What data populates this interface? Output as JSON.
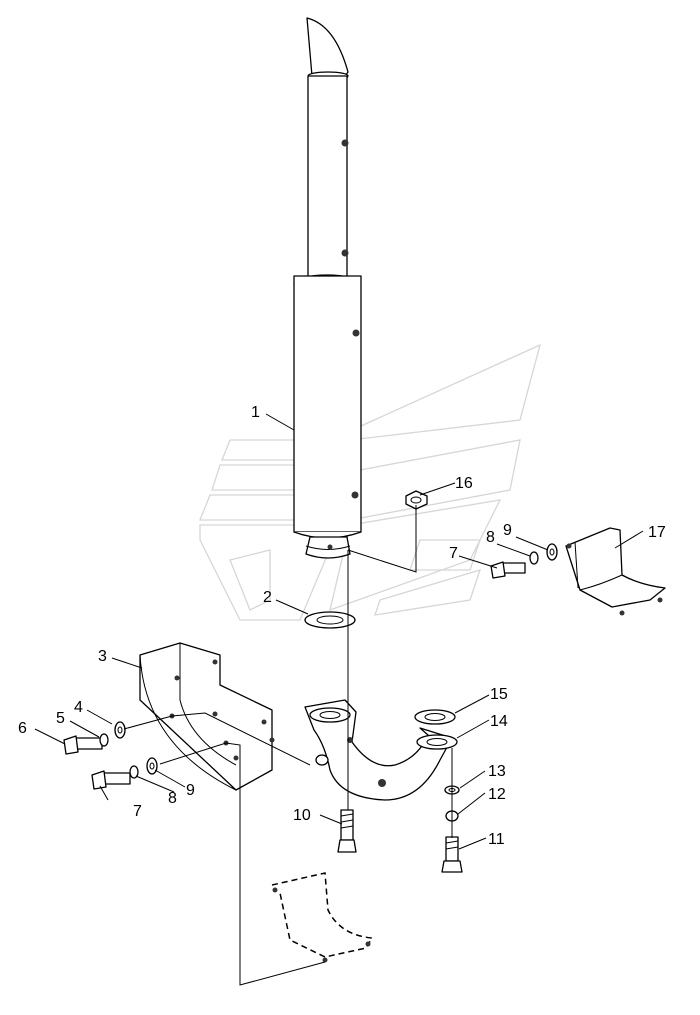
{
  "callouts": [
    {
      "id": "c1",
      "text": "1"
    },
    {
      "id": "c2",
      "text": "2"
    },
    {
      "id": "c3",
      "text": "3"
    },
    {
      "id": "c4",
      "text": "4"
    },
    {
      "id": "c5",
      "text": "5"
    },
    {
      "id": "c6",
      "text": "6"
    },
    {
      "id": "c7a",
      "text": "7"
    },
    {
      "id": "c8a",
      "text": "8"
    },
    {
      "id": "c9a",
      "text": "9"
    },
    {
      "id": "c7b",
      "text": "7"
    },
    {
      "id": "c8b",
      "text": "8"
    },
    {
      "id": "c9b",
      "text": "9"
    },
    {
      "id": "c10",
      "text": "10"
    },
    {
      "id": "c11",
      "text": "11"
    },
    {
      "id": "c12",
      "text": "12"
    },
    {
      "id": "c13",
      "text": "13"
    },
    {
      "id": "c14",
      "text": "14"
    },
    {
      "id": "c15",
      "text": "15"
    },
    {
      "id": "c16",
      "text": "16"
    },
    {
      "id": "c17",
      "text": "17"
    }
  ]
}
